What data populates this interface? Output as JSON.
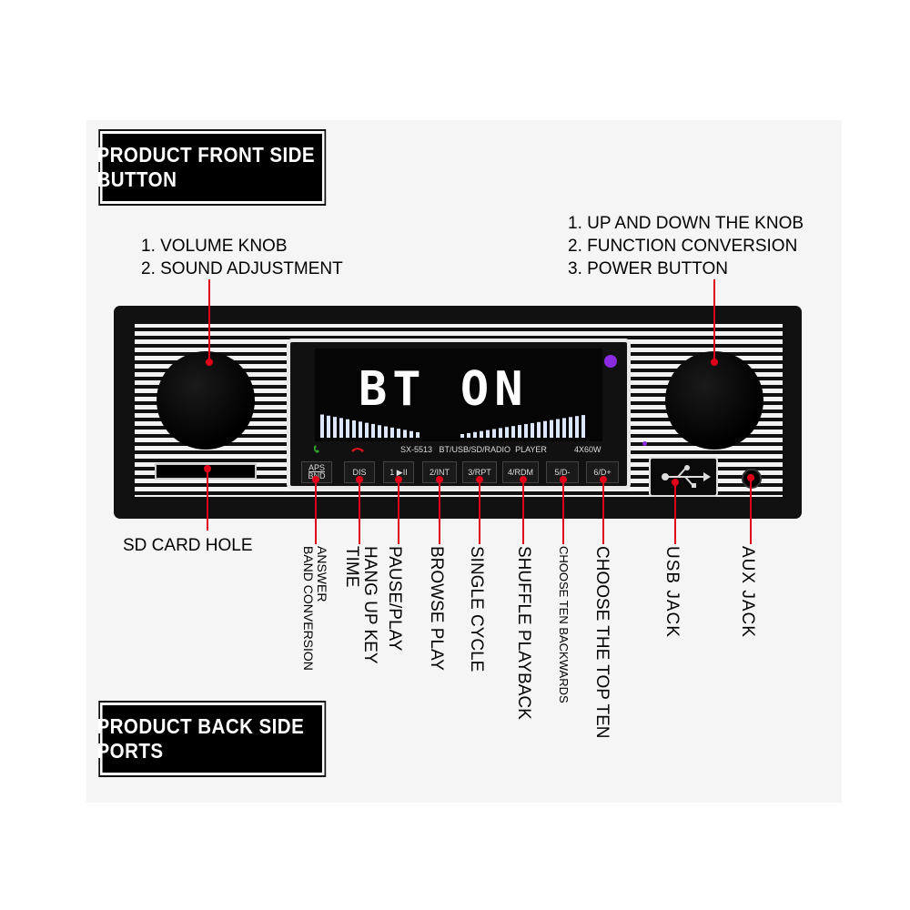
{
  "titles": {
    "front": "PRODUCT FRONT SIDE BUTTON",
    "back": "PRODUCT BACK SIDE PORTS"
  },
  "left_knob_features": [
    "1. VOLUME KNOB",
    "2. SOUND ADJUSTMENT"
  ],
  "right_knob_features": [
    "1. UP AND DOWN THE KNOB",
    "2. FUNCTION CONVERSION",
    "3. POWER BUTTON"
  ],
  "sd_card_label": "SD CARD HOLE",
  "display": {
    "text": "BT ON",
    "model": "SX-5513",
    "sources": "BT/USB/SD/RADIO",
    "player": "PLAYER",
    "power": "4X60W"
  },
  "buttons": [
    {
      "label": "APS BND",
      "top": "APS",
      "bottom": "BND"
    },
    {
      "label": "DIS"
    },
    {
      "label": "1 ▶II"
    },
    {
      "label": "2/INT"
    },
    {
      "label": "3/RPT"
    },
    {
      "label": "4/RDM"
    },
    {
      "label": "5/D-"
    },
    {
      "label": "6/D+"
    }
  ],
  "button_labels": [
    {
      "lines": [
        "ANSWER",
        "BAND CONVERSION"
      ]
    },
    {
      "lines": [
        "HANG UP KEY",
        "TIME"
      ]
    },
    {
      "lines": [
        "PAUSE/PLAY"
      ]
    },
    {
      "lines": [
        "BROWSE PLAY"
      ]
    },
    {
      "lines": [
        "SINGLE CYCLE"
      ]
    },
    {
      "lines": [
        "SHUFFLE PLAYBACK"
      ]
    },
    {
      "lines": [
        "CHOOSE TEN BACKWARDS"
      ]
    },
    {
      "lines": [
        "CHOOSE THE TOP TEN"
      ]
    }
  ],
  "ports": {
    "usb": "USB JACK",
    "aux": "AUX JACK"
  },
  "colors": {
    "callout": "#e1001a",
    "lcd_text": "#ffffff",
    "indicator": "#8a2be2",
    "answer_icon": "#2e9e2e",
    "hangup_icon": "#d8141a"
  }
}
